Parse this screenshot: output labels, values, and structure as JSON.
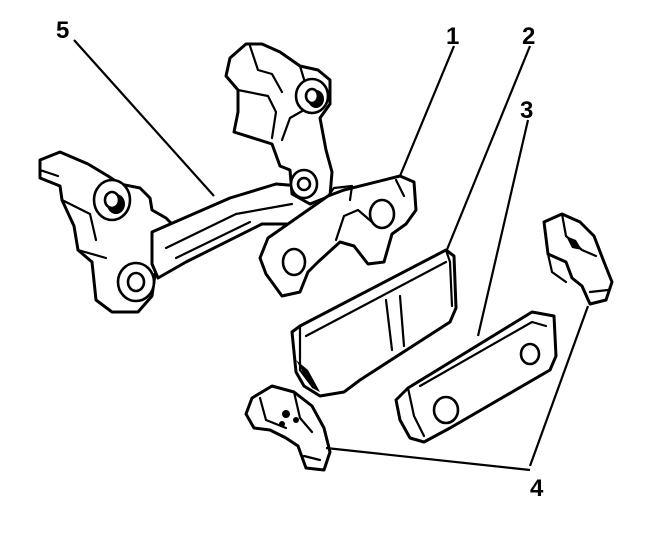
{
  "colors": {
    "ink": "#000000",
    "paper": "#ffffff"
  },
  "callouts": [
    {
      "id": "1",
      "text": "1"
    },
    {
      "id": "2",
      "text": "2"
    },
    {
      "id": "3",
      "text": "3"
    },
    {
      "id": "4",
      "text": "4"
    },
    {
      "id": "5",
      "text": "5"
    }
  ]
}
